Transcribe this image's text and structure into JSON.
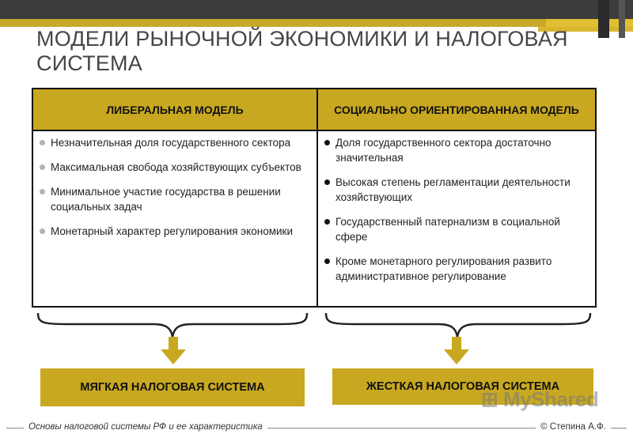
{
  "title": "МОДЕЛИ РЫНОЧНОЙ ЭКОНОМИКИ И НАЛОГОВАЯ СИСТЕМА",
  "table": {
    "left_header": "ЛИБЕРАЛЬНАЯ МОДЕЛЬ",
    "right_header": "СОЦИАЛЬНО ОРИЕНТИРОВАННАЯ МОДЕЛЬ",
    "left_items": [
      "Незначительная доля государственного сектора",
      "Максимальная свобода хозяйствующих субъектов",
      "Минимальное участие государства в решении социальных задач",
      "Монетарный характер регулирования экономики"
    ],
    "right_items": [
      "Доля государственного сектора достаточно значительная",
      "Высокая степень регламентации деятельности хозяйствующих",
      "Государственный патернализм в социальной сфере",
      "Кроме монетарного регулирования развито административное регулирование"
    ]
  },
  "boxes": {
    "left": "МЯГКАЯ НАЛОГОВАЯ СИСТЕМА",
    "right": "ЖЕСТКАЯ НАЛОГОВАЯ СИСТЕМА"
  },
  "footer": {
    "left": "Основы налоговой системы РФ  и ее характеристика",
    "right": "© Степина А.Ф."
  },
  "watermark": "MyShared",
  "colors": {
    "accent": "#c8a820",
    "dark": "#3c3c3c"
  }
}
